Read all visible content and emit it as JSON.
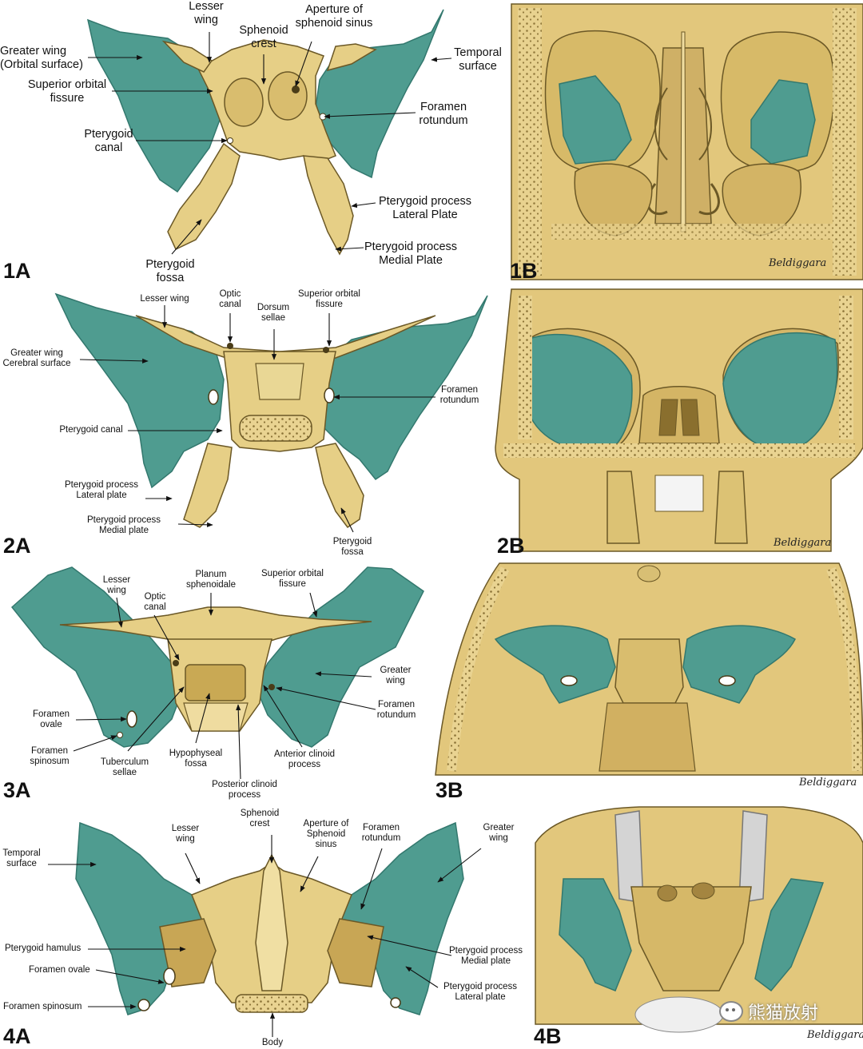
{
  "colors": {
    "bone": "#e6cf86",
    "bone_dark": "#b99b4e",
    "bone_light": "#f1e2a9",
    "wing": "#4f9c90",
    "wing_dark": "#33786e",
    "outline": "#6b5826",
    "marrow": "#cdb36a"
  },
  "panels": {
    "p1A": {
      "id": "1A",
      "labels": {
        "lesser_wing": "Lesser\nwing",
        "aperture": "Aperture of\nsphenoid sinus",
        "sphenoid_crest": "Sphenoid\ncrest",
        "greater_wing_orbital": "Greater wing\n(Orbital surface)",
        "temporal_surface": "Temporal\nsurface",
        "superior_orbital_fissure": "Superior orbital\nfissure",
        "foramen_rotundum": "Foramen\nrotundum",
        "pterygoid_canal": "Pterygoid\ncanal",
        "lateral_plate": "Pterygoid process\nLateral Plate",
        "medial_plate": "Pterygoid process\nMedial Plate",
        "pterygoid_fossa": "Pterygoid\nfossa"
      }
    },
    "p1B": {
      "id": "1B"
    },
    "p2A": {
      "id": "2A",
      "labels": {
        "lesser_wing": "Lesser wing",
        "optic_canal": "Optic\ncanal",
        "dorsum_sellae": "Dorsum\nsellae",
        "superior_orbital_fissure": "Superior orbital\nfissure",
        "greater_wing_cerebral": "Greater wing\nCerebral surface",
        "foramen_rotundum": "Foramen\nrotundum",
        "pterygoid_canal": "Pterygoid canal",
        "lateral_plate": "Pterygoid process\nLateral plate",
        "medial_plate": "Pterygoid process\nMedial plate",
        "pterygoid_fossa": "Pterygoid\nfossa"
      }
    },
    "p2B": {
      "id": "2B"
    },
    "p3A": {
      "id": "3A",
      "labels": {
        "lesser_wing": "Lesser\nwing",
        "optic_canal": "Optic\ncanal",
        "planum": "Planum\nsphenoidale",
        "superior_orbital_fissure": "Superior orbital\nfissure",
        "greater_wing": "Greater\nwing",
        "foramen_rotundum": "Foramen\nrotundum",
        "foramen_ovale": "Foramen\novale",
        "foramen_spinosum": "Foramen\nspinosum",
        "tuberculum": "Tuberculum\nsellae",
        "hypophyseal": "Hypophyseal\nfossa",
        "anterior_clinoid": "Anterior clinoid\nprocess",
        "posterior_clinoid": "Posterior clinoid\nprocess"
      }
    },
    "p3B": {
      "id": "3B"
    },
    "p4A": {
      "id": "4A",
      "labels": {
        "sphenoid_crest": "Sphenoid\ncrest",
        "lesser_wing": "Lesser\nwing",
        "aperture": "Aperture of\nSphenoid\nsinus",
        "foramen_rotundum": "Foramen\nrotundum",
        "greater_wing": "Greater\nwing",
        "temporal_surface": "Temporal\nsurface",
        "pterygoid_hamulus": "Pterygoid hamulus",
        "foramen_ovale": "Foramen ovale",
        "foramen_spinosum": "Foramen spinosum",
        "medial_plate": "Pterygoid process\nMedial plate",
        "lateral_plate": "Pterygoid process\nLateral plate",
        "body": "Body"
      }
    },
    "p4B": {
      "id": "4B"
    }
  },
  "signature": "Beldiggara",
  "watermark": "熊猫放射"
}
